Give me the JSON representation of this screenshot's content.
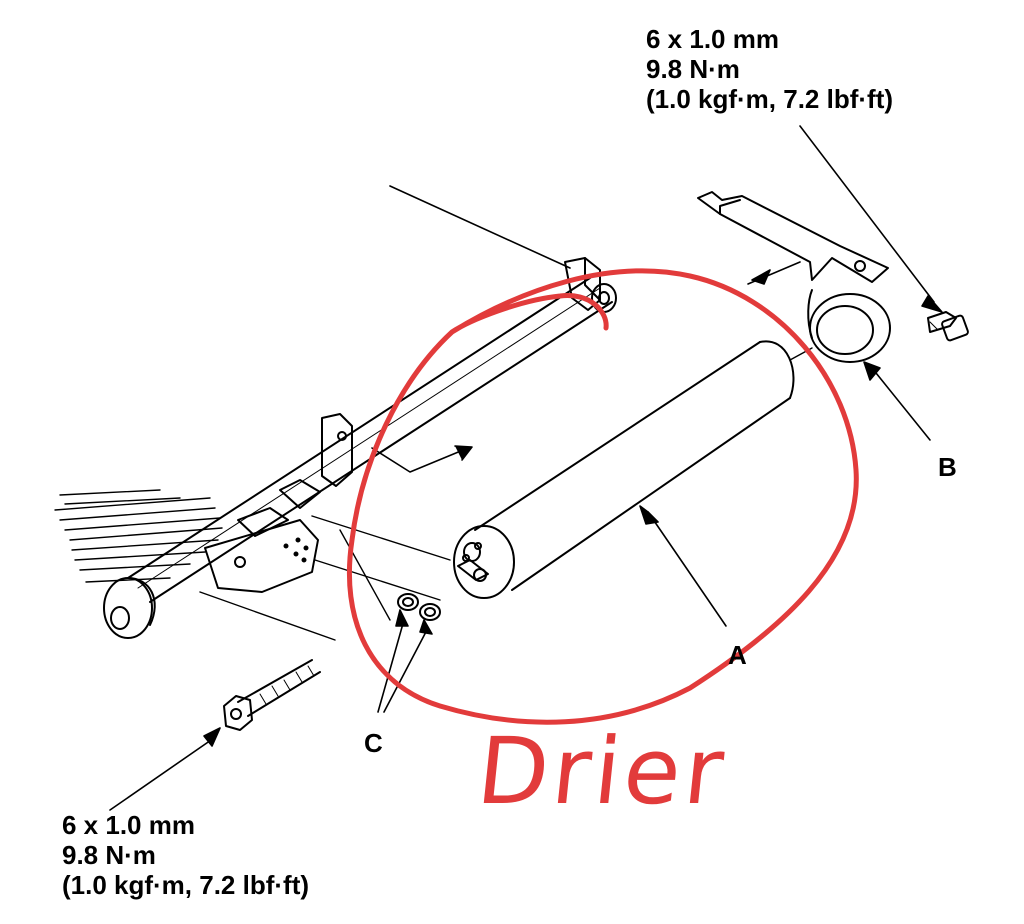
{
  "torque_spec_top": {
    "size": "6 x 1.0 mm",
    "torque_nm": "9.8 N·m",
    "torque_alt": "(1.0 kgf·m, 7.2 lbf·ft)"
  },
  "torque_spec_bottom": {
    "size": "6 x 1.0 mm",
    "torque_nm": "9.8 N·m",
    "torque_alt": "(1.0 kgf·m, 7.2 lbf·ft)"
  },
  "callouts": {
    "a": "A",
    "b": "B",
    "c": "C"
  },
  "annotation": {
    "text": "Drier",
    "color": "#e23b3b"
  }
}
